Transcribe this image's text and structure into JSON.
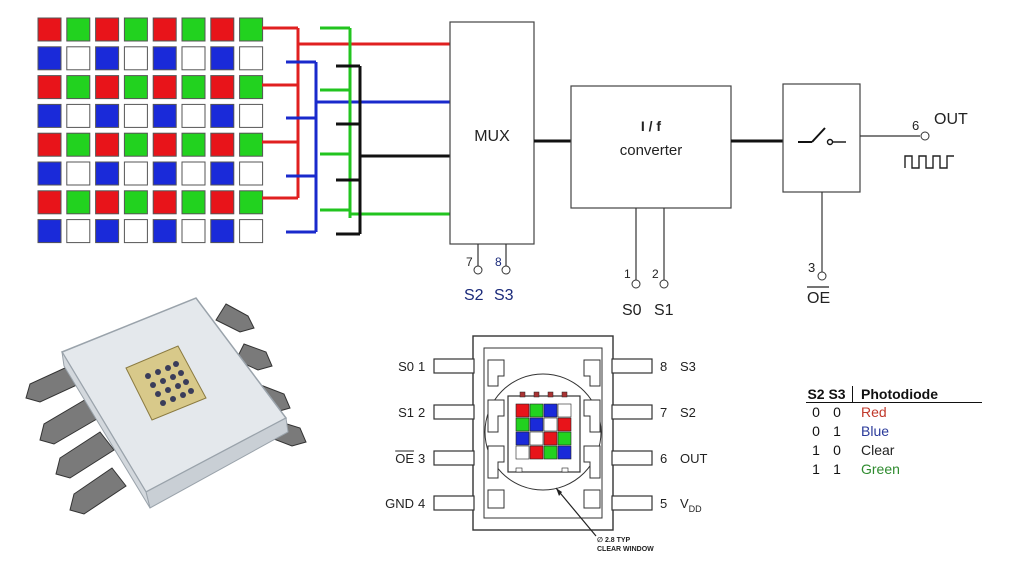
{
  "photodiode_array": {
    "rows": [
      [
        "red",
        "green",
        "red",
        "green",
        "red",
        "green",
        "red",
        "green"
      ],
      [
        "blue",
        "white",
        "blue",
        "white",
        "blue",
        "white",
        "blue",
        "white"
      ],
      [
        "red",
        "green",
        "red",
        "green",
        "red",
        "green",
        "red",
        "green"
      ],
      [
        "blue",
        "white",
        "blue",
        "white",
        "blue",
        "white",
        "blue",
        "white"
      ],
      [
        "red",
        "green",
        "red",
        "green",
        "red",
        "green",
        "red",
        "green"
      ],
      [
        "blue",
        "white",
        "blue",
        "white",
        "blue",
        "white",
        "blue",
        "white"
      ],
      [
        "red",
        "green",
        "red",
        "green",
        "red",
        "green",
        "red",
        "green"
      ],
      [
        "blue",
        "white",
        "blue",
        "white",
        "blue",
        "white",
        "blue",
        "white"
      ]
    ],
    "colors": {
      "red": "#e8141a",
      "green": "#22d21f",
      "blue": "#1a2ad9",
      "white": "#ffffff"
    }
  },
  "block_diagram": {
    "mux_label": "MUX",
    "converter_title": "I / f",
    "converter_sub": "converter",
    "out_label": "OUT",
    "pins": {
      "s2_num": "7",
      "s3_num": "8",
      "s2": "S2",
      "s3": "S3",
      "s0_num": "1",
      "s1_num": "2",
      "s0": "S0",
      "s1": "S1",
      "oe_num": "3",
      "oe": "OE",
      "out_num": "6"
    }
  },
  "package": {
    "left_pins": [
      {
        "name": "S0",
        "num": "1"
      },
      {
        "name": "S1",
        "num": "2"
      },
      {
        "name": "OE",
        "num": "3"
      },
      {
        "name": "GND",
        "num": "4"
      }
    ],
    "right_pins": [
      {
        "num": "8",
        "name": "S3"
      },
      {
        "num": "7",
        "name": "S2"
      },
      {
        "num": "6",
        "name": "OUT"
      },
      {
        "num": "5",
        "name": "V",
        "sub": "DD"
      }
    ],
    "window_note_1": "∅ 2.8 TYP",
    "window_note_2": "CLEAR WINDOW"
  },
  "truth_table": {
    "headers": [
      "S2",
      "S3",
      "Photodiode"
    ],
    "rows": [
      {
        "s2": "0",
        "s3": "0",
        "label": "Red",
        "color": "#c0392b"
      },
      {
        "s2": "0",
        "s3": "1",
        "label": "Blue",
        "color": "#2a3a9a"
      },
      {
        "s2": "1",
        "s3": "0",
        "label": "Clear",
        "color": "#222222"
      },
      {
        "s2": "1",
        "s3": "1",
        "label": "Green",
        "color": "#2e8b2e"
      }
    ]
  }
}
